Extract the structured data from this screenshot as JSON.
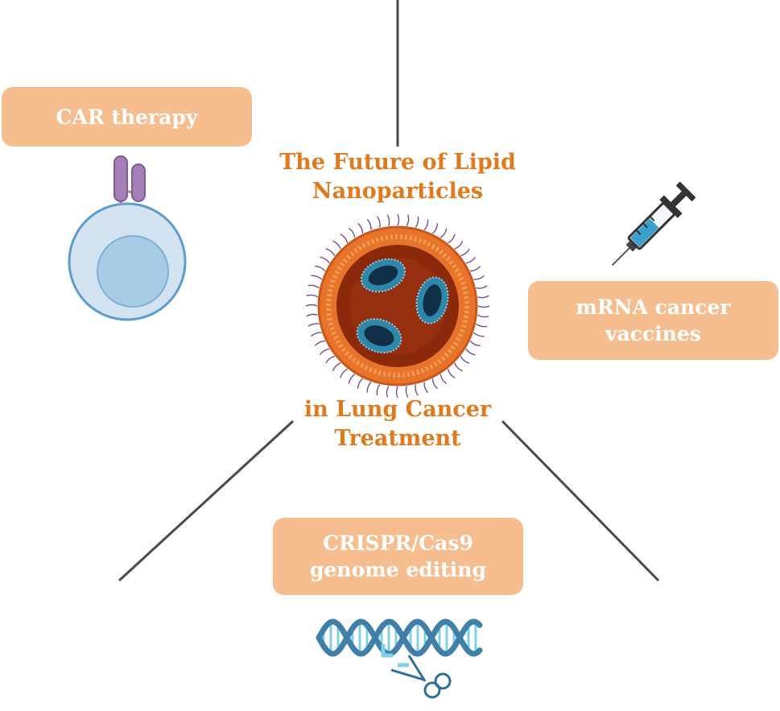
{
  "title": {
    "line1": "The Future of Lipid",
    "line2": "Nanoparticles",
    "line3": "in Lung Cancer",
    "line4": "Treatment"
  },
  "boxes": {
    "car": {
      "label": "CAR therapy"
    },
    "mrna": {
      "line1": "mRNA cancer",
      "line2": "vaccines"
    },
    "crispr": {
      "line1": "CRISPR/Cas9",
      "line2": "genome editing"
    }
  },
  "colors": {
    "box_fill": "#f6be8f",
    "title_text": "#e07a1c",
    "connector": "#4a4a4a",
    "cell_fill": "#d3e3f1",
    "cell_outline": "#5c9ccf",
    "receptor": "#a57fb8",
    "lipid_outer": "#e8732a",
    "lipid_core": "#8a2a0a",
    "rna_core": "#1a4a6e",
    "dna_strand": "#3f7fa8"
  },
  "icons": [
    "car-t-cell-icon",
    "syringe-icon",
    "lipid-nanoparticle-icon",
    "dna-scissors-icon"
  ]
}
